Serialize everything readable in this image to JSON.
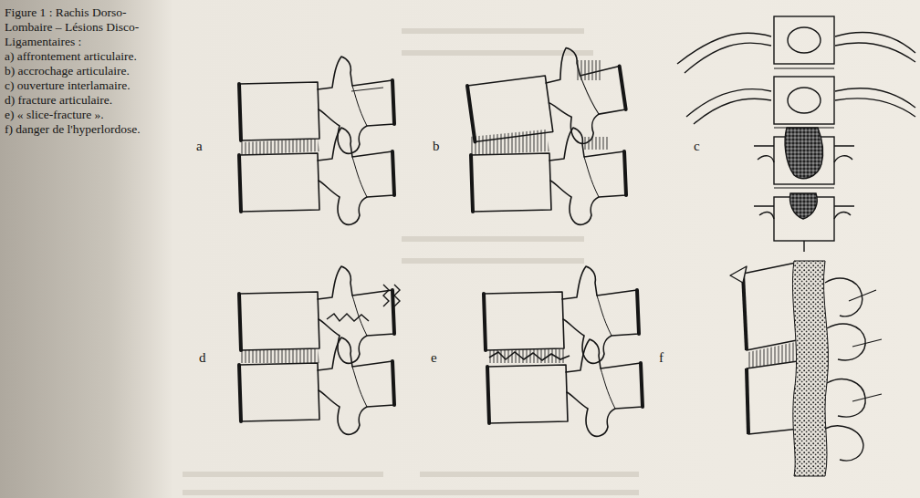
{
  "diagram": {
    "caption": "Figure 1 : Rachis Dorso-Lombaire – Lésions Disco-Ligamentaires :",
    "labels": [
      "a) affrontement articulaire.",
      "b) accrochage articulaire.",
      "c) ouverture interlamaire.",
      "d) fracture articulaire.",
      "e) « slice-fracture ».",
      "f) danger de l'hyperlordose.",
      "a",
      "b",
      "c",
      "d",
      "e",
      "f"
    ]
  }
}
